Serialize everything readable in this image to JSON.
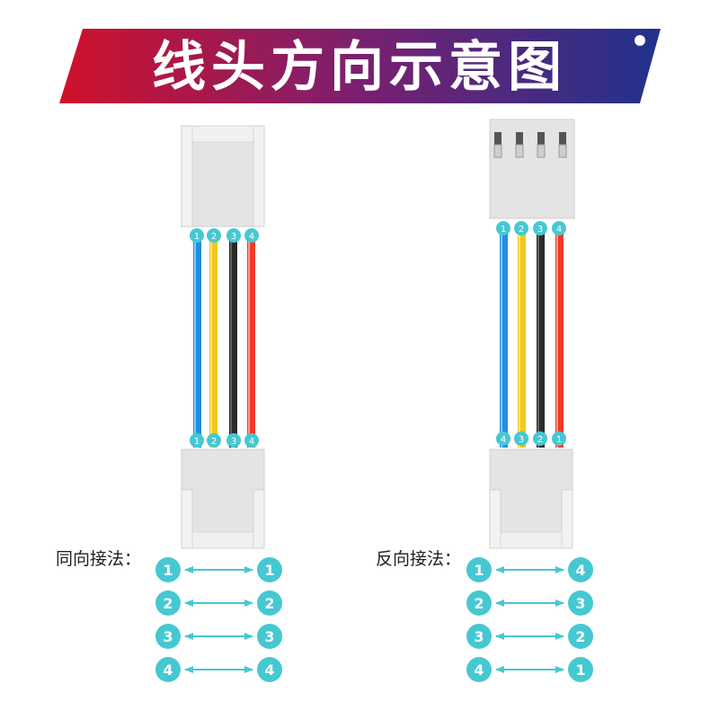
{
  "title": "线头方向示意图",
  "colors": {
    "banner_start": "#d0112b",
    "banner_mid": "#7a2070",
    "banner_end": "#20328c",
    "wire_blue": "#1f8fe0",
    "wire_yellow": "#f2c81a",
    "wire_black": "#2a2a2a",
    "wire_red": "#ef3a2a",
    "badge": "#46c8d2",
    "connector": "#e2e2e2"
  },
  "left_diagram": {
    "top_numbers": [
      "1",
      "2",
      "3",
      "4"
    ],
    "bottom_numbers": [
      "1",
      "2",
      "3",
      "4"
    ]
  },
  "right_diagram": {
    "top_numbers": [
      "1",
      "2",
      "3",
      "4"
    ],
    "bottom_numbers": [
      "4",
      "3",
      "2",
      "1"
    ]
  },
  "same_direction": {
    "label": "同向接法：",
    "pairs": [
      [
        "1",
        "1"
      ],
      [
        "2",
        "2"
      ],
      [
        "3",
        "3"
      ],
      [
        "4",
        "4"
      ]
    ]
  },
  "reverse_direction": {
    "label": "反向接法：",
    "pairs": [
      [
        "1",
        "4"
      ],
      [
        "2",
        "3"
      ],
      [
        "3",
        "2"
      ],
      [
        "4",
        "1"
      ]
    ]
  }
}
